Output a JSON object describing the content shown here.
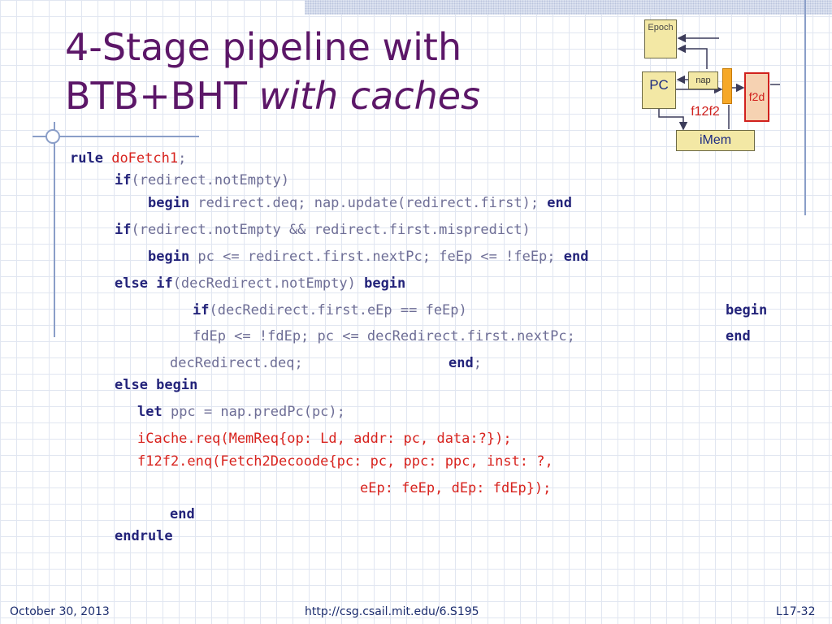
{
  "slide": {
    "title_line1": "4-Stage pipeline with",
    "title_line2_plain": "BTB+BHT ",
    "title_line2_italic": "with caches"
  },
  "diagram": {
    "epoch": "Epoch",
    "pc": "PC",
    "nap": "nap",
    "f12f2": "f12f2",
    "f2d": "f2d",
    "imem": "iMem"
  },
  "code": {
    "l1_kw": "rule",
    "l1_name": "doFetch1",
    "l1_end": ";",
    "l2_kw": "if",
    "l2_rest": "(redirect.notEmpty)",
    "l3_kw": "begin",
    "l3_rest": " redirect.deq; nap.update(redirect.first); ",
    "l3_end": "end",
    "l4_kw": "if",
    "l4_rest": "(redirect.notEmpty && redirect.first.mispredict)",
    "l5_kw": "begin",
    "l5_rest": " pc <= redirect.first.nextPc; feEp <= !feEp; ",
    "l5_end": "end",
    "l6_kw1": "else",
    "l6_kw2": "if",
    "l6_rest": "(decRedirect.notEmpty) ",
    "l6_kw3": "begin",
    "l7_kw": "if",
    "l7_rest": "(decRedirect.first.eEp == feEp)",
    "l7_kw2": "begin",
    "l8_rest": "fdEp <= !fdEp; pc <= decRedirect.first.nextPc;",
    "l8_kw": "end",
    "l9_rest": "decRedirect.deq;",
    "l9_kw": "end",
    "l9_semi": ";",
    "l10_kw": "else begin",
    "l11_kw": "let",
    "l11_rest": " ppc = nap.predPc(pc);",
    "l12": "iCache.req(MemReq{op: Ld, addr: pc, data:?});",
    "l13": "f12f2.enq(Fetch2Decoode{pc: pc, ppc: ppc, inst: ?,",
    "l14": "eEp: feEp, dEp: fdEp});",
    "l15_kw": "end",
    "l16_kw": "endrule"
  },
  "footer": {
    "date": "October 30, 2013",
    "url": "http://csg.csail.mit.edu/6.S195",
    "page": "L17-32"
  }
}
